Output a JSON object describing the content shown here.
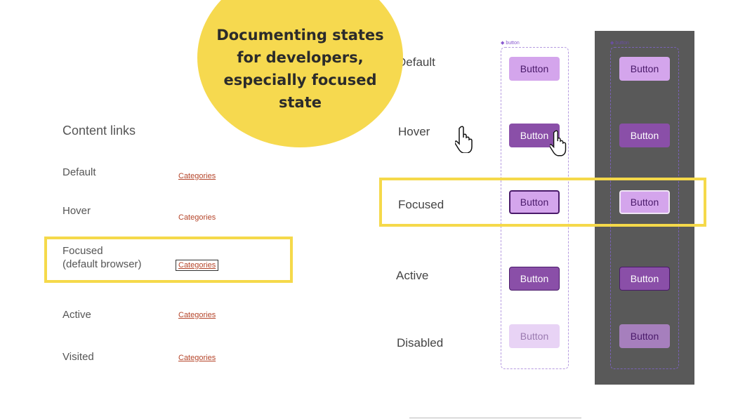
{
  "callout": {
    "lines": [
      "Documenting states",
      "for developers,",
      "especially focused",
      "state"
    ]
  },
  "content_links": {
    "title": "Content links",
    "link_text": "Categories",
    "states": [
      {
        "label": "Default"
      },
      {
        "label": "Hover"
      },
      {
        "label": "Focused",
        "sublabel": "(default browser)"
      },
      {
        "label": "Active"
      },
      {
        "label": "Visited"
      }
    ]
  },
  "button_states": {
    "component_tag": "button",
    "button_label": "Button",
    "states": [
      "Default",
      "Hover",
      "Focused",
      "Active",
      "Disabled"
    ]
  },
  "colors": {
    "highlight": "#f5d94a",
    "button_default": "#d4a5ec",
    "button_hover": "#8a4fa8",
    "link": "#b5452a",
    "dark_panel": "#595959"
  }
}
